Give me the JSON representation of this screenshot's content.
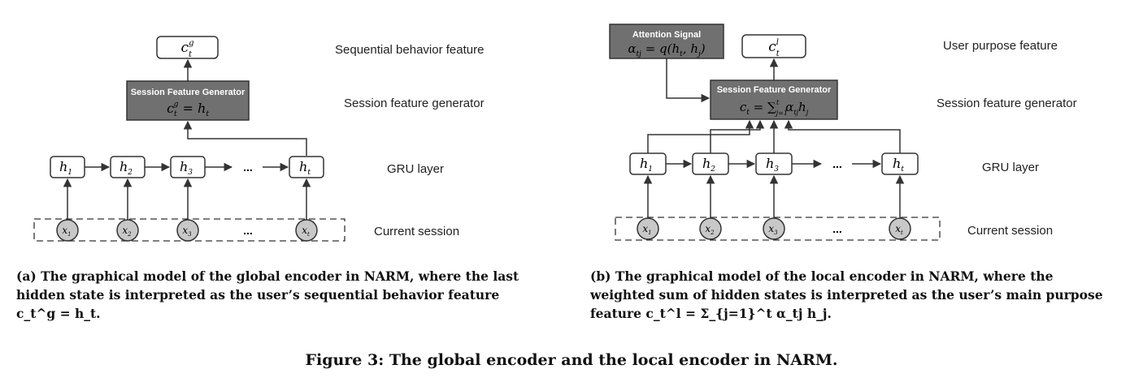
{
  "panel_a": {
    "output": "c_t^g",
    "generator_title": "Session Feature Generator",
    "generator_formula": "c_t^g = h_t",
    "hidden": [
      "h_1",
      "h_2",
      "h_3",
      "...",
      "h_t"
    ],
    "inputs": [
      "x_1",
      "x_2",
      "x_3",
      "...",
      "x_t"
    ],
    "labels": {
      "top": "Sequential behavior feature",
      "generator": "Session feature generator",
      "gru": "GRU layer",
      "session": "Current session"
    },
    "caption": "(a) The graphical model of the global encoder in NARM, where the last hidden state is interpreted as the user’s sequential behavior feature c_t^g = h_t."
  },
  "panel_b": {
    "attention_title": "Attention Signal",
    "attention_formula": "α_tj = q(h_t, h_j)",
    "output": "c_t^l",
    "generator_title": "Session Feature Generator",
    "generator_formula": "c_t = Σ_{j=1}^t α_tj h_j",
    "hidden": [
      "h_1",
      "h_2",
      "h_3",
      "...",
      "h_t"
    ],
    "inputs": [
      "x_1",
      "x_2",
      "x_3",
      "...",
      "x_t"
    ],
    "labels": {
      "top": "User purpose feature",
      "generator": "Session feature generator",
      "gru": "GRU layer",
      "session": "Current session"
    },
    "caption": "(b) The graphical model of the local encoder in NARM, where the weighted sum of hidden states is interpreted as the user’s main purpose feature c_t^l = Σ_{j=1}^t α_tj h_j."
  },
  "figure_title": "Figure 3: The global encoder and the local encoder in NARM.",
  "colors": {
    "generator_fill": "#707070",
    "node_fill": "#c8c8c8",
    "stroke": "#333333"
  }
}
